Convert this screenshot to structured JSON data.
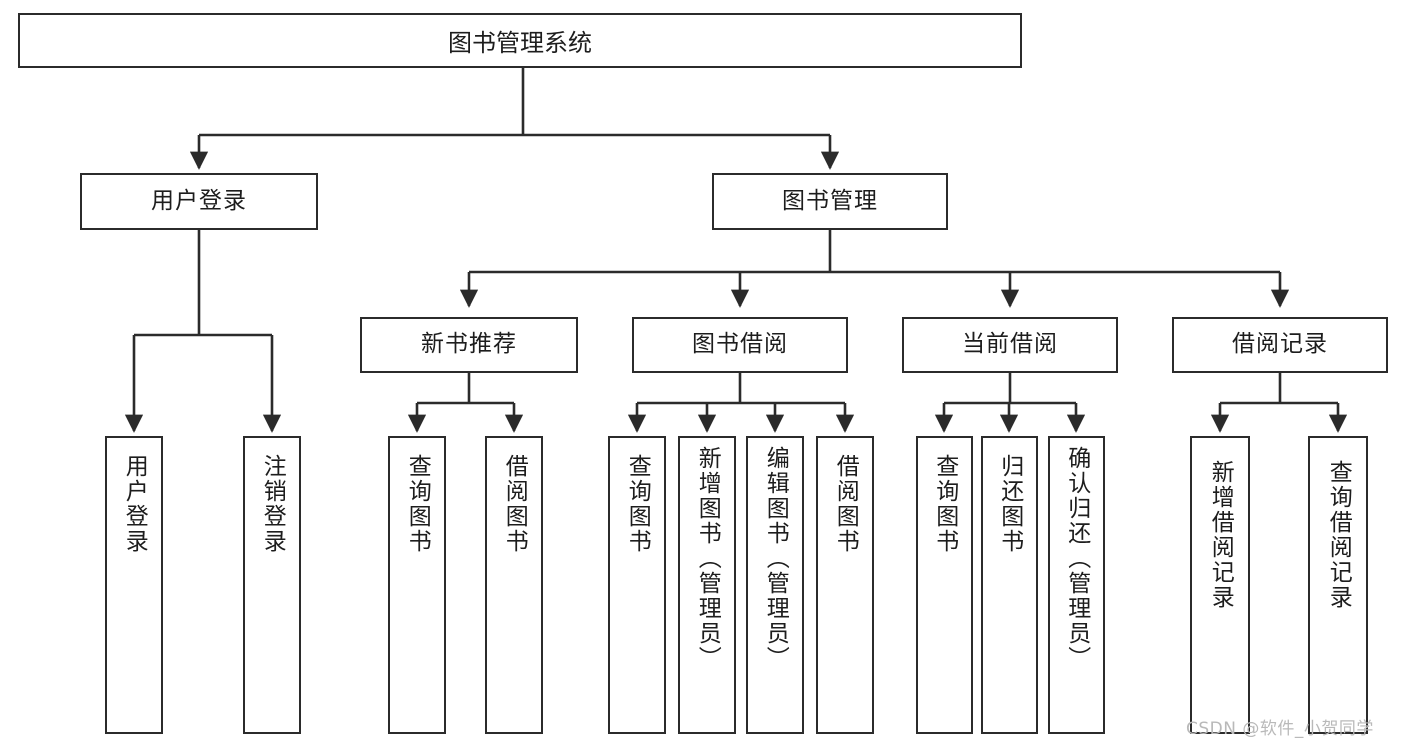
{
  "diagram": {
    "type": "tree",
    "title": "图书管理系统",
    "colors": {
      "stroke": "#2b2b2b",
      "fill": "#ffffff",
      "text": "#1d1d1d",
      "watermark": "#b9b9b9"
    },
    "root": {
      "label": "图书管理系统"
    },
    "level2": [
      {
        "label": "用户登录"
      },
      {
        "label": "图书管理"
      }
    ],
    "level3": [
      {
        "label": "新书推荐"
      },
      {
        "label": "图书借阅"
      },
      {
        "label": "当前借阅"
      },
      {
        "label": "借阅记录"
      }
    ],
    "leaves": [
      {
        "label": "用户登录",
        "parent": "用户登录"
      },
      {
        "label": "注销登录",
        "parent": "用户登录"
      },
      {
        "label": "查询图书",
        "parent": "新书推荐"
      },
      {
        "label": "借阅图书",
        "parent": "新书推荐"
      },
      {
        "label": "查询图书",
        "parent": "图书借阅"
      },
      {
        "label": "新增图书（管理员）",
        "parent": "图书借阅"
      },
      {
        "label": "编辑图书（管理员）",
        "parent": "图书借阅"
      },
      {
        "label": "借阅图书",
        "parent": "图书借阅"
      },
      {
        "label": "查询图书",
        "parent": "当前借阅"
      },
      {
        "label": "归还图书",
        "parent": "当前借阅"
      },
      {
        "label": "确认归还（管理员）",
        "parent": "当前借阅"
      },
      {
        "label": "新增借阅记录",
        "parent": "借阅记录"
      },
      {
        "label": "查询借阅记录",
        "parent": "借阅记录"
      }
    ]
  },
  "watermark": {
    "text": "CSDN @软件_小贺同学"
  }
}
